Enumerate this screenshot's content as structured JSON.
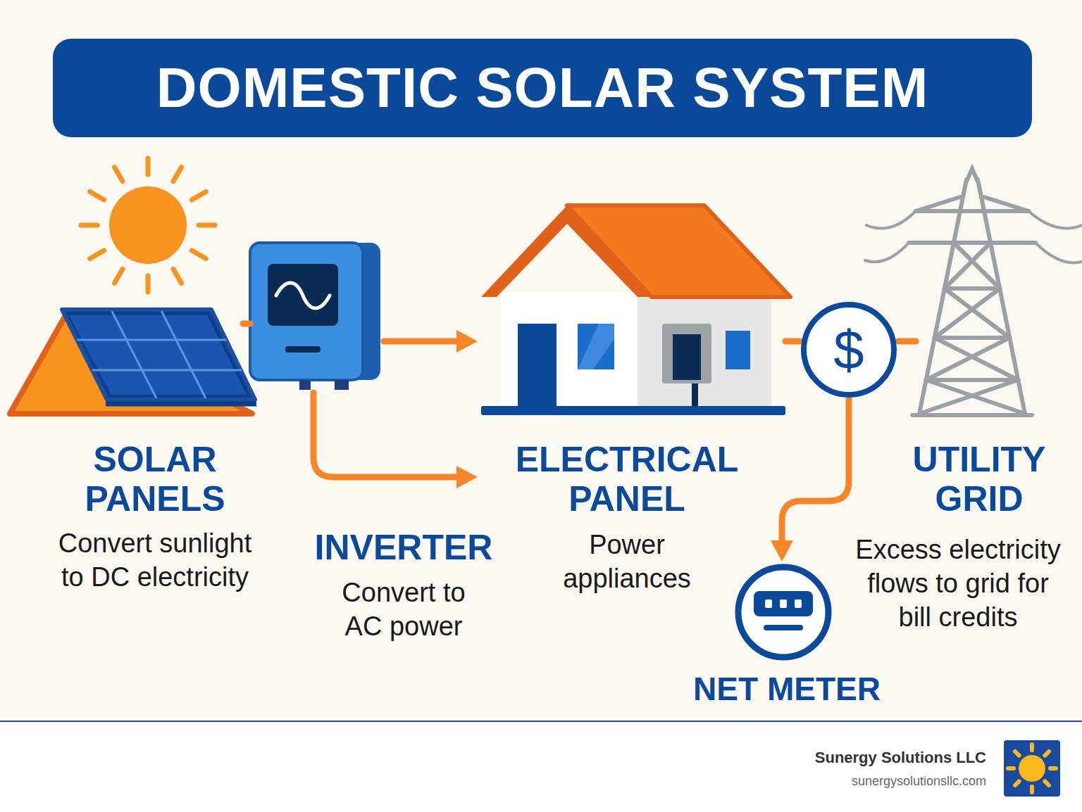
{
  "diagram": {
    "title": "DOMESTIC SOLAR SYSTEM",
    "nodes": [
      {
        "text": [
          "SOLAR PANELS",
          "Convert sunlight to DC electricity"
        ]
      },
      {
        "text": [
          "INVERTER",
          "Convert to AC power"
        ]
      },
      {
        "text": [
          "ELECTRICAL PANEL",
          "Power appliances"
        ]
      },
      {
        "text": [
          "$"
        ]
      },
      {
        "text": [
          "UTILITY GRID",
          "Excess electricity flows to grid for bill credits"
        ]
      },
      {
        "text": [
          "NET METER"
        ]
      }
    ],
    "edges": [
      {
        "from": 0,
        "to": 1,
        "arrow": "none"
      },
      {
        "from": 1,
        "to": 2,
        "arrow": "to"
      },
      {
        "from": 1,
        "to": 2,
        "arrow": "to"
      },
      {
        "from": 2,
        "to": 3,
        "arrow": "none"
      },
      {
        "from": 3,
        "to": 4,
        "arrow": "none"
      },
      {
        "from": 3,
        "to": 5,
        "arrow": "to"
      }
    ],
    "labels": [
      "Sunergy Solutions LLC",
      "sunergysolutionsllc.com"
    ]
  }
}
